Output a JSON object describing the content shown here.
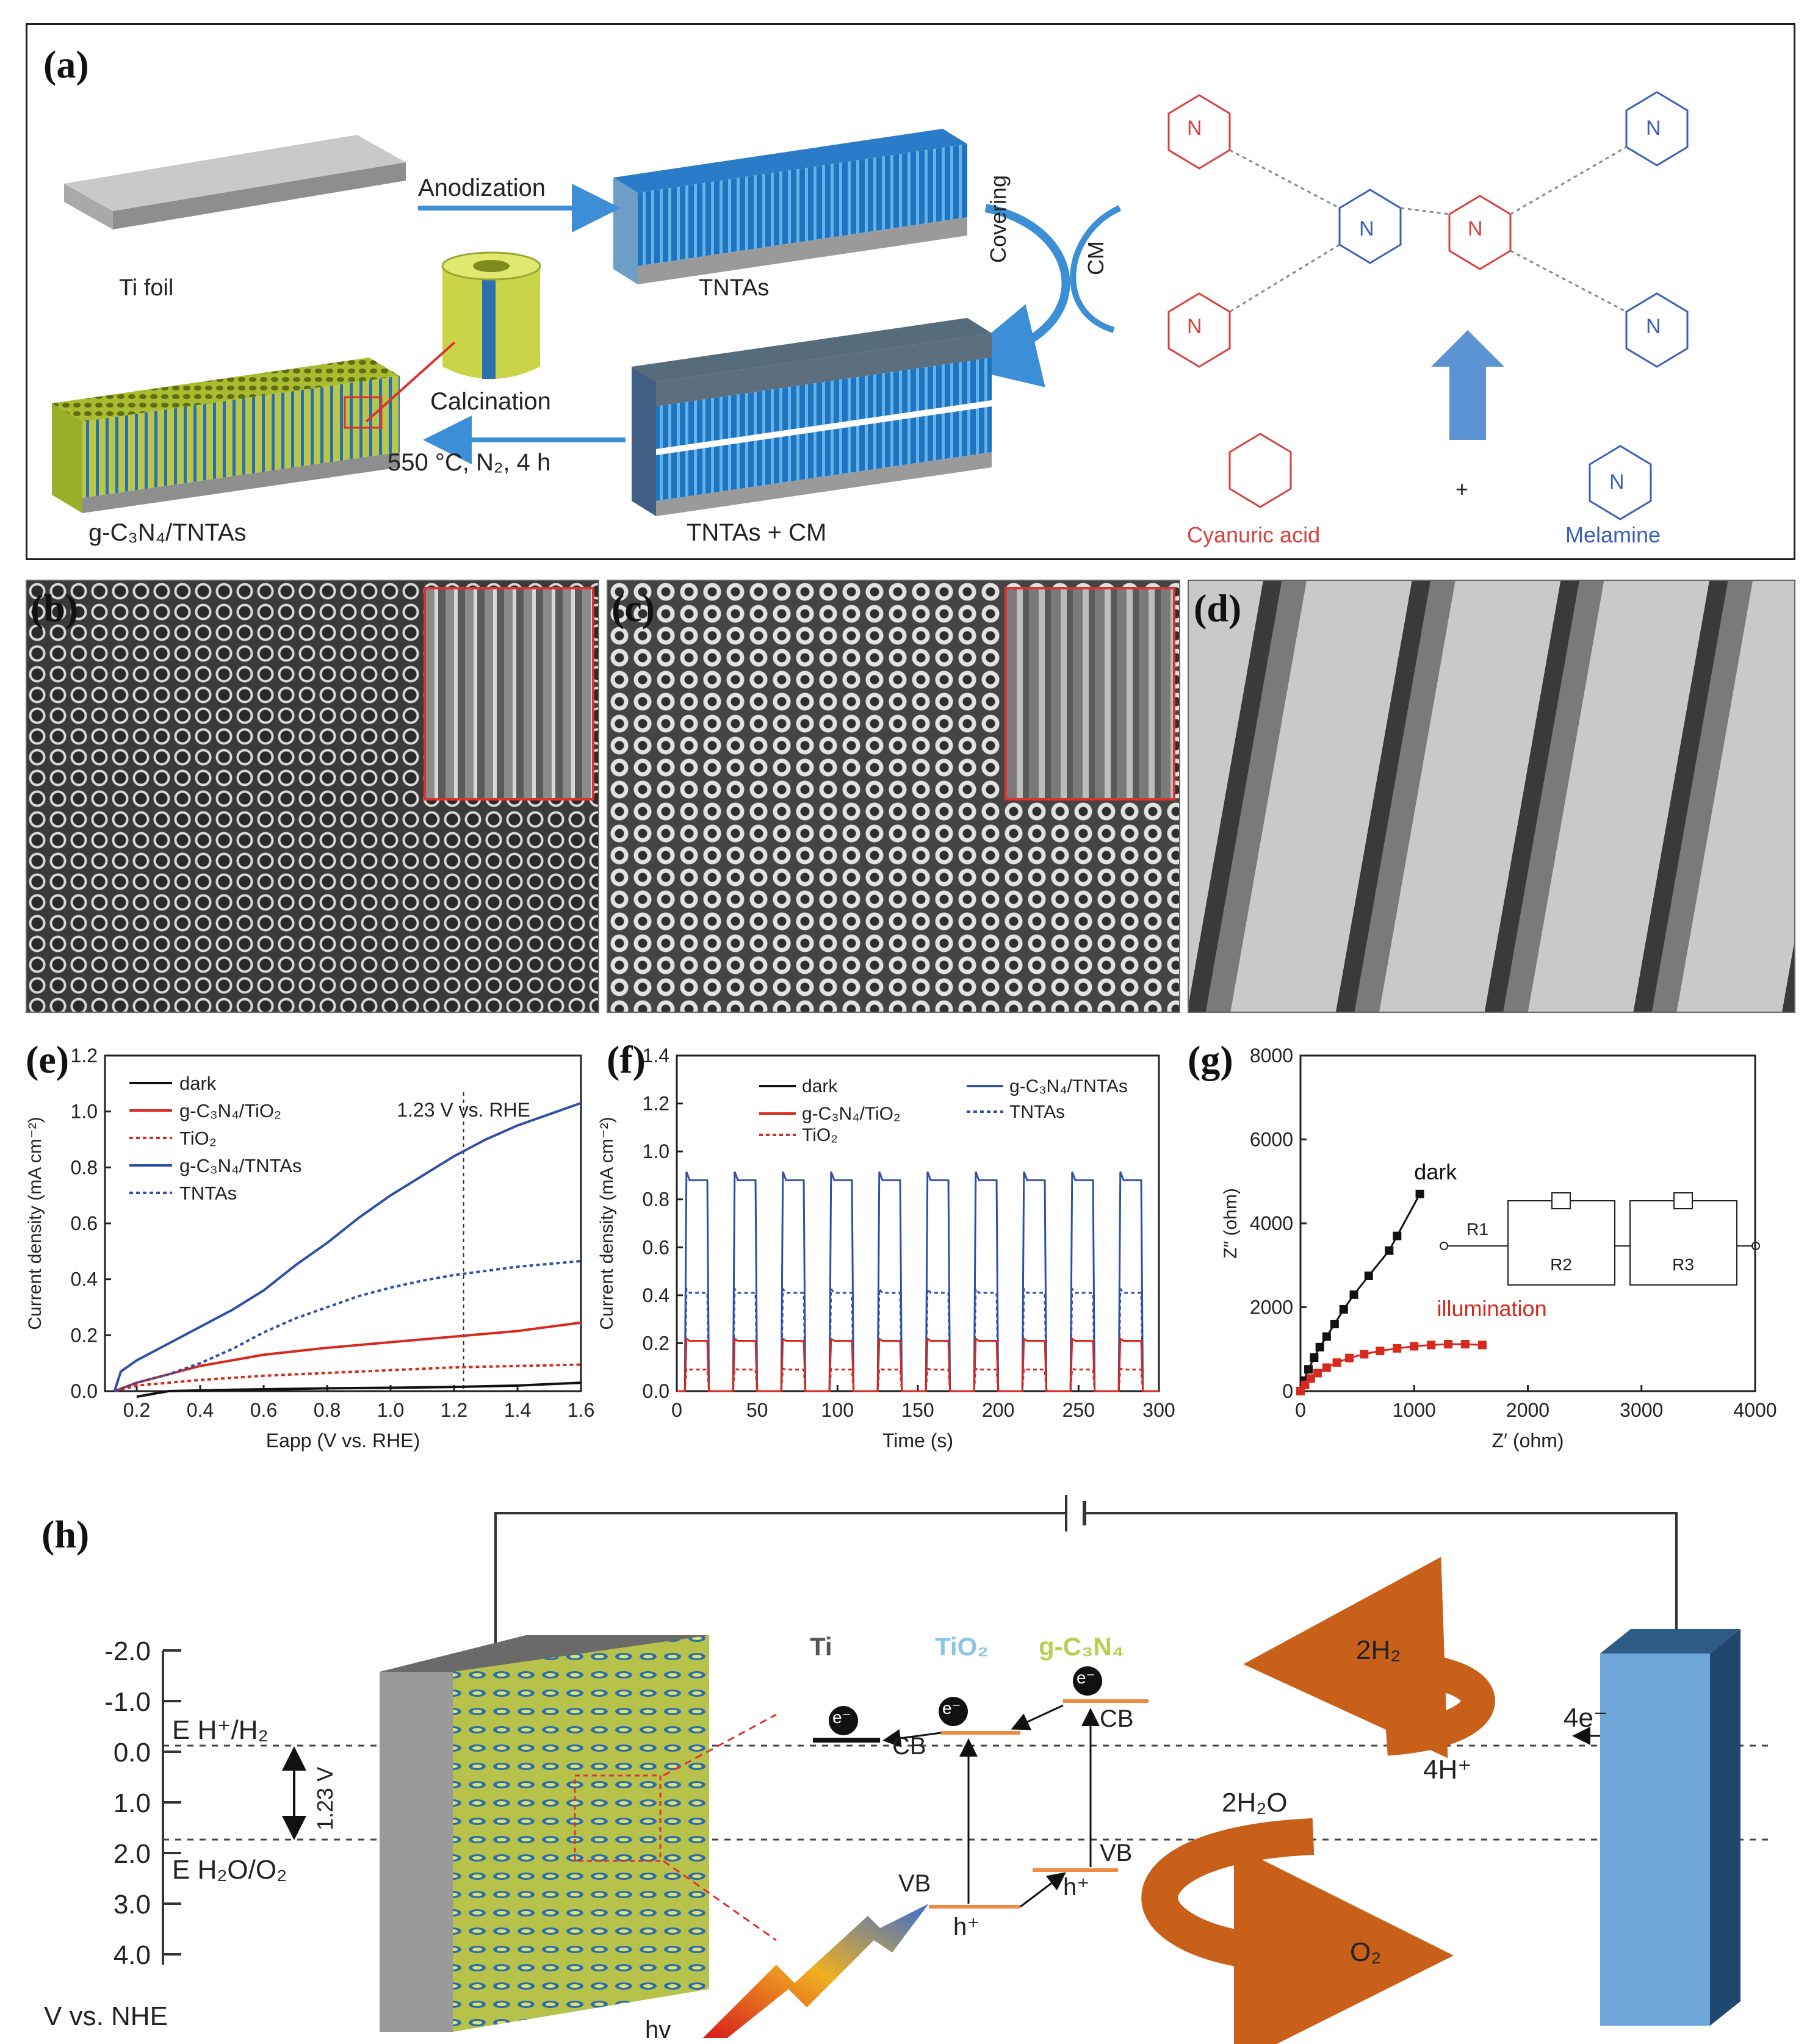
{
  "panels": {
    "a": {
      "label": "(a)",
      "ti_foil": "Ti foil",
      "anodization": "Anodization",
      "tntas": "TNTAs",
      "covering": "Covering",
      "cm": "CM",
      "calcination": "Calcination",
      "calcination_cond": "550 °C, N₂, 4 h",
      "gcn_tntas": "g-C₃N₄/TNTAs",
      "tntas_cm": "TNTAs + CM",
      "cyanuric_acid": "Cyanuric acid",
      "melamine": "Melamine",
      "plus": "+"
    },
    "b": {
      "label": "(b)"
    },
    "c": {
      "label": "(c)"
    },
    "d": {
      "label": "(d)"
    },
    "e": {
      "label": "(e)"
    },
    "f": {
      "label": "(f)"
    },
    "g": {
      "label": "(g)"
    },
    "h": {
      "label": "(h)",
      "axis_ticks": [
        "-2.0",
        "-1.0",
        "0.0",
        "1.0",
        "2.0",
        "3.0",
        "4.0"
      ],
      "axis_unit": "V vs. NHE",
      "e_h": "E H⁺/H₂",
      "e_o": "E H₂O/O₂",
      "gap": "1.23 V",
      "ti": "Ti",
      "tio2": "TiO₂",
      "gcn": "g-C₃N₄",
      "cb": "CB",
      "vb": "VB",
      "e_minus": "e⁻",
      "h_plus": "h⁺",
      "h2": "2H₂",
      "h2o": "2H₂O",
      "o2": "O₂",
      "h4": "4H⁺",
      "e4": "4e⁻",
      "hv": "hv"
    }
  },
  "chart_data": [
    {
      "id": "e",
      "type": "line",
      "xlabel": "Eapp (V vs. RHE)",
      "ylabel": "Current density (mA cm⁻²)",
      "xlim": [
        0.1,
        1.6
      ],
      "ylim": [
        0.0,
        1.2
      ],
      "xticks": [
        "0.2",
        "0.4",
        "0.6",
        "0.8",
        "1.0",
        "1.2",
        "1.4",
        "1.6"
      ],
      "yticks": [
        "0.0",
        "0.2",
        "0.4",
        "0.6",
        "0.8",
        "1.0",
        "1.2"
      ],
      "annotation": "1.23 V vs. RHE",
      "annotation_x": 1.23,
      "legend": [
        "dark",
        "g-C₃N₄/TiO₂",
        "TiO₂",
        "g-C₃N₄/TNTAs",
        "TNTAs"
      ],
      "series": [
        {
          "name": "dark",
          "color": "#111111",
          "dash": false,
          "x": [
            0.2,
            0.3,
            0.5,
            0.8,
            1.0,
            1.2,
            1.4,
            1.6
          ],
          "y": [
            -0.02,
            0.0,
            0.005,
            0.01,
            0.012,
            0.015,
            0.02,
            0.03
          ]
        },
        {
          "name": "g-C₃N₄/TiO₂",
          "color": "#d62a1e",
          "dash": false,
          "x": [
            0.13,
            0.2,
            0.3,
            0.4,
            0.5,
            0.6,
            0.8,
            1.0,
            1.2,
            1.4,
            1.6
          ],
          "y": [
            0.0,
            0.03,
            0.06,
            0.09,
            0.11,
            0.13,
            0.155,
            0.175,
            0.195,
            0.215,
            0.245
          ]
        },
        {
          "name": "TiO₂",
          "color": "#d62a1e",
          "dash": true,
          "x": [
            0.13,
            0.2,
            0.4,
            0.6,
            0.8,
            1.0,
            1.2,
            1.4,
            1.6
          ],
          "y": [
            0.0,
            0.02,
            0.04,
            0.055,
            0.065,
            0.075,
            0.085,
            0.09,
            0.095
          ]
        },
        {
          "name": "g-C₃N₄/TNTAs",
          "color": "#2f4fa8",
          "dash": false,
          "x": [
            0.13,
            0.15,
            0.2,
            0.3,
            0.4,
            0.5,
            0.6,
            0.7,
            0.8,
            0.9,
            1.0,
            1.1,
            1.2,
            1.3,
            1.4,
            1.5,
            1.6
          ],
          "y": [
            0.0,
            0.07,
            0.11,
            0.17,
            0.23,
            0.29,
            0.36,
            0.45,
            0.53,
            0.62,
            0.7,
            0.77,
            0.84,
            0.9,
            0.95,
            0.99,
            1.03
          ]
        },
        {
          "name": "TNTAs",
          "color": "#2f4fa8",
          "dash": true,
          "x": [
            0.13,
            0.2,
            0.3,
            0.4,
            0.5,
            0.6,
            0.7,
            0.8,
            0.9,
            1.0,
            1.1,
            1.2,
            1.3,
            1.4,
            1.5,
            1.6
          ],
          "y": [
            0.0,
            0.03,
            0.06,
            0.1,
            0.15,
            0.21,
            0.26,
            0.3,
            0.34,
            0.37,
            0.395,
            0.415,
            0.43,
            0.445,
            0.455,
            0.465
          ]
        }
      ]
    },
    {
      "id": "f",
      "type": "line",
      "xlabel": "Time (s)",
      "ylabel": "Current density (mA cm⁻²)",
      "xlim": [
        0,
        300
      ],
      "ylim": [
        0.0,
        1.4
      ],
      "xticks": [
        "0",
        "50",
        "100",
        "150",
        "200",
        "250",
        "300"
      ],
      "yticks": [
        "0.0",
        "0.2",
        "0.4",
        "0.6",
        "0.8",
        "1.0",
        "1.2",
        "1.4"
      ],
      "legend": [
        "dark",
        "g-C₃N₄/TiO₂",
        "TiO₂",
        "g-C₃N₄/TNTAs",
        "TNTAs"
      ],
      "period": 30,
      "on_duration": 15,
      "series": [
        {
          "name": "g-C₃N₄/TNTAs",
          "color": "#2f4fa8",
          "dash": false,
          "on": 0.88,
          "off": 0.0
        },
        {
          "name": "TNTAs",
          "color": "#2f4fa8",
          "dash": true,
          "on": 0.41,
          "off": 0.0
        },
        {
          "name": "g-C₃N₄/TiO₂",
          "color": "#d62a1e",
          "dash": false,
          "on": 0.21,
          "off": 0.0
        },
        {
          "name": "TiO₂",
          "color": "#d62a1e",
          "dash": true,
          "on": 0.09,
          "off": 0.0
        }
      ]
    },
    {
      "id": "g",
      "type": "scatter",
      "xlabel": "Z′ (ohm)",
      "ylabel": "Z″ (ohm)",
      "xlim": [
        0,
        4000
      ],
      "ylim": [
        0,
        8000
      ],
      "xticks": [
        "0",
        "1000",
        "2000",
        "3000",
        "4000"
      ],
      "yticks": [
        "0",
        "2000",
        "4000",
        "6000",
        "8000"
      ],
      "series": [
        {
          "name": "dark",
          "color": "#111111",
          "x": [
            0,
            30,
            70,
            120,
            170,
            230,
            300,
            380,
            470,
            600,
            780,
            850,
            1050
          ],
          "y": [
            0,
            250,
            520,
            800,
            1050,
            1300,
            1600,
            1950,
            2300,
            2750,
            3350,
            3700,
            4700
          ]
        },
        {
          "name": "illumination",
          "color": "#d62a1e",
          "x": [
            0,
            40,
            90,
            150,
            230,
            320,
            430,
            560,
            700,
            850,
            1000,
            1150,
            1300,
            1450,
            1600
          ],
          "y": [
            0,
            150,
            300,
            430,
            560,
            680,
            790,
            880,
            960,
            1020,
            1070,
            1100,
            1120,
            1120,
            1100
          ]
        }
      ],
      "circuit_labels": [
        "R1",
        "R2",
        "R3"
      ]
    }
  ]
}
